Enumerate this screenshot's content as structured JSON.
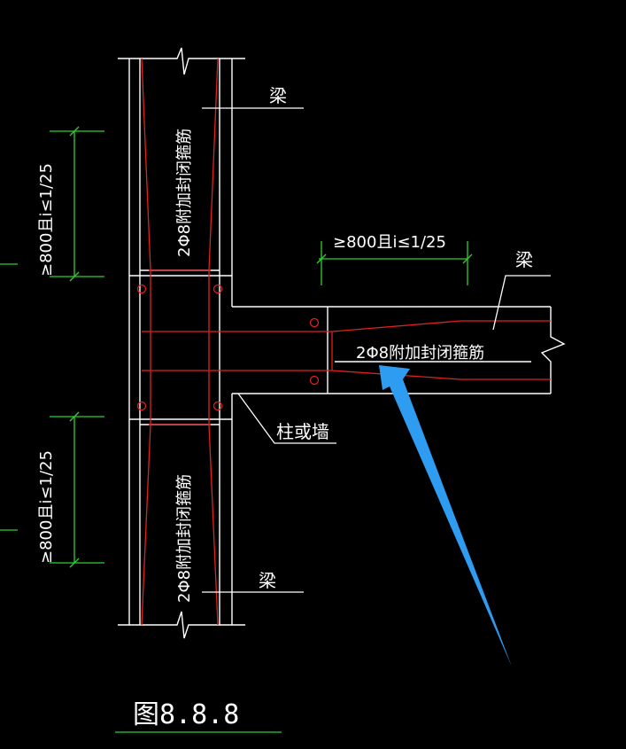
{
  "colors": {
    "background": "#000000",
    "outline": "#ffffff",
    "rebar": "#e02020",
    "dimension": "#2ed02e",
    "arrow": "#2e9cf0"
  },
  "labels": {
    "beam_top_left": "梁",
    "beam_bottom_left": "梁",
    "beam_right": "梁",
    "column_or_wall": "柱或墙",
    "stirrup_vertical_top": "2Φ8附加封闭箍筋",
    "stirrup_vertical_bottom": "2Φ8附加封闭箍筋",
    "stirrup_horizontal": "2Φ8附加封闭箍筋",
    "dim_left_top": "≥800且i≤1/25",
    "dim_left_bottom": "≥800且i≤1/25",
    "dim_top_right": "≥800且i≤1/25",
    "figure_title": "图8.8.8"
  }
}
